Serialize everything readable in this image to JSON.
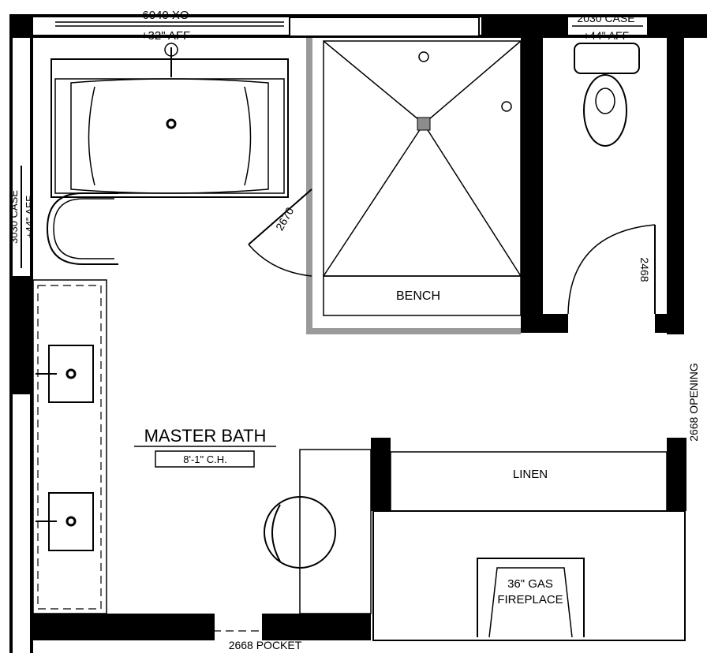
{
  "room": {
    "name": "MASTER BATH",
    "ceiling_height": "8'-1\" C.H."
  },
  "windows": {
    "top_left": {
      "size": "6040 XO",
      "height": "+32\" AFF"
    },
    "top_right": {
      "size": "2030 CASE",
      "height": "+44\" AFF"
    },
    "left": {
      "size": "3030 CASE",
      "height": "+44\" AFF"
    }
  },
  "doors": {
    "shower_door": "2670",
    "toilet_door": "2468",
    "right_opening": "2668 OPENING",
    "pocket_door": "2668 POCKET"
  },
  "fixtures": {
    "bench": "BENCH",
    "linen": "LINEN",
    "fireplace_line1": "36\" GAS",
    "fireplace_line2": "FIREPLACE"
  },
  "colors": {
    "wall": "#000000",
    "shower_curb": "#9a9a9a",
    "drain": "#8c8c8c"
  }
}
